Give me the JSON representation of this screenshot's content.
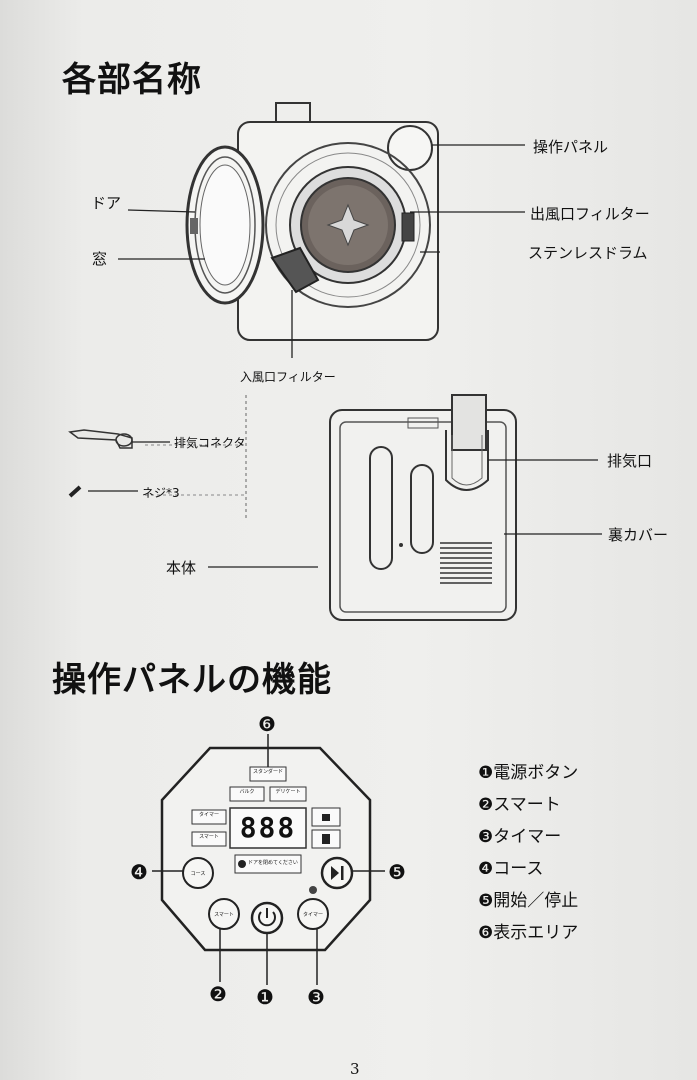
{
  "section1": {
    "title": "各部名称",
    "labels": {
      "control_panel": "操作パネル",
      "door": "ドア",
      "outlet_filter": "出風口フィルター",
      "window": "窓",
      "stainless_drum": "ステンレスドラム",
      "inlet_filter": "入風口フィルター",
      "exhaust_connector": "排気コネクタ",
      "screw": "ネジ*3",
      "exhaust_port": "排気口",
      "back_cover": "裏カバー",
      "body": "本体"
    }
  },
  "section2": {
    "title": "操作パネルの機能",
    "panel": {
      "standard": "スタンダード",
      "bulk": "バルク",
      "delicate": "デリケート",
      "timer": "タイマー",
      "smart": "スマート",
      "display": "888",
      "door_msg": "ドアを閉めてください",
      "course_btn": "コース",
      "smart_btn": "スマート",
      "timer_btn": "タイマー"
    },
    "callouts": [
      "❶",
      "❷",
      "❸",
      "❹",
      "❺",
      "❻"
    ],
    "legend": [
      "❶電源ボタン",
      "❷スマート",
      "❸タイマー",
      "❹コース",
      "❺開始／停止",
      "❻表示エリア"
    ]
  },
  "page_number": "3"
}
